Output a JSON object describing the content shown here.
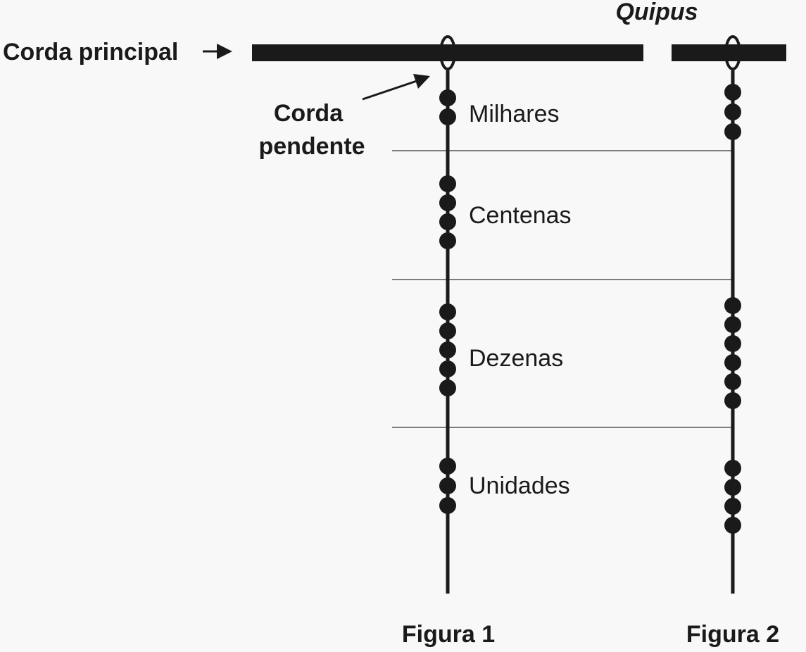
{
  "title": "Quipus",
  "labels": {
    "main_cord": "Corda principal",
    "pendant_line1": "Corda",
    "pendant_line2": "pendente"
  },
  "place_values": [
    "Milhares",
    "Centenas",
    "Dezenas",
    "Unidades"
  ],
  "figures": [
    {
      "caption": "Figura 1",
      "knots": {
        "Milhares": 2,
        "Centenas": 4,
        "Dezenas": 5,
        "Unidades": 3
      }
    },
    {
      "caption": "Figura 2",
      "knots": {
        "Milhares": 3,
        "Centenas": 0,
        "Dezenas": 6,
        "Unidades": 4
      }
    }
  ],
  "colors": {
    "ink": "#1a1a1a",
    "divider": "#555555",
    "background": "#f8f8f8"
  }
}
